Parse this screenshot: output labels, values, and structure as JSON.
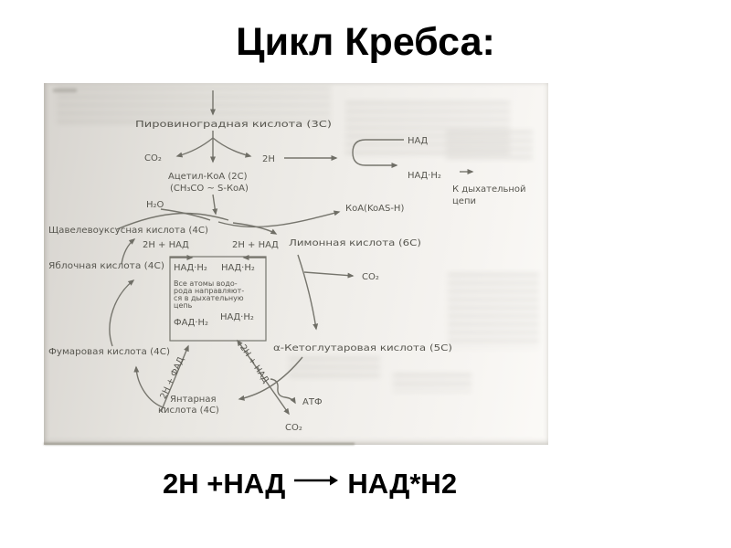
{
  "slide": {
    "title": "Цикл Кребса:",
    "formula": {
      "lhs": "2H +НАД",
      "rhs": "НАД*H2"
    }
  },
  "diagram": {
    "top": {
      "pyruvate": "Пировиноградная кислота (3C)",
      "co2": "CO₂",
      "h2": "2H",
      "nad": "НАД",
      "nadh2": "НАД·H₂",
      "to_chain_line1": "К дыхательной",
      "to_chain_line2": "цепи",
      "acetyl": "Ацетил-КоА (2C)",
      "acetyl_formula": "(CH₃CO ~ S-КоА)",
      "h2o": "H₂O",
      "koa": "КоА(KoAS-H)"
    },
    "cycle": {
      "oxaloacetate": "Щавелевоуксусная кислота (4C)",
      "malate": "Яблочная кислота (4C)",
      "fumarate": "Фумаровая кислота (4C)",
      "succinate_line1": "Янтарная",
      "succinate_line2": "кислота (4C)",
      "ketoglutarate": "α-Кетоглутаровая кислота (5C)",
      "citrate": "Лимонная кислота (6C)",
      "nad_in_left": "2H + НАД",
      "nad_in_right": "2H + НАД",
      "fad_in": "2H + ФАД",
      "nad_in_lower": "2H + НАД",
      "co2_out_right": "CO₂",
      "co2_out_bottom": "CO₂",
      "atp": "АТФ"
    },
    "box": {
      "nadh2_top_left": "НАД·H₂",
      "nadh2_top_right": "НАД·H₂",
      "note_line1": "Все атомы водо-",
      "note_line2": "рода направляют-",
      "note_line3": "ся в дыхательную",
      "note_line4": "цепь",
      "fadh2": "ФАД·H₂",
      "nadh2_bottom": "НАД·H₂"
    }
  }
}
